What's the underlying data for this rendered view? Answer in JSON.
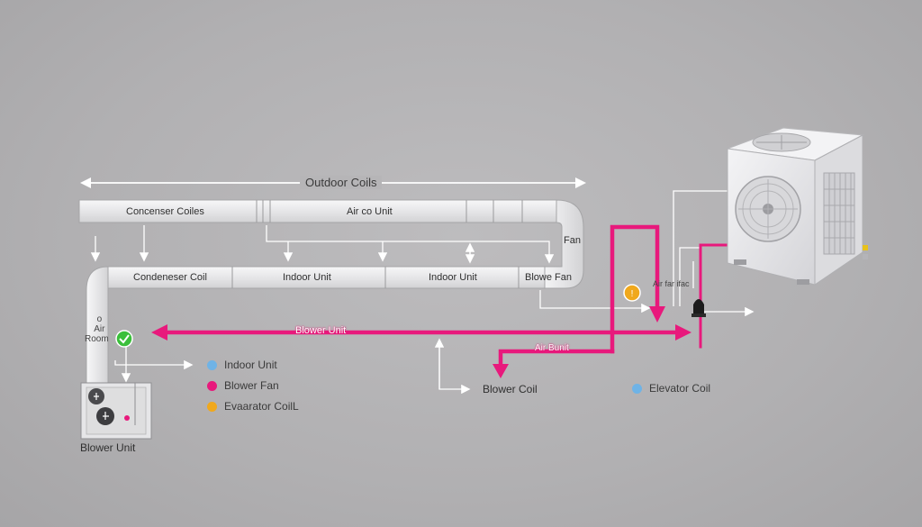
{
  "diagram": {
    "top_span_label": "Outdoor Coils",
    "upper_pipe": {
      "left_label": "Concenser Coiles",
      "right_label": "Air co Unit"
    },
    "lower_pipe": {
      "label_1": "Condeneser Coil",
      "label_2": "Indoor Unit",
      "label_3": "Indoor Unit",
      "label_4": "Blowe Fan"
    },
    "fan_label": "Fan",
    "room_label_line1": "o",
    "room_label_line2": "Air",
    "room_label_line3": "Room",
    "blower_unit_line_label": "Blower Unit",
    "air_unit_label": "Air Bunit",
    "air_far_label": "Air far ifac",
    "blower_coil_label": "Blower Coil",
    "elevator_coil_label": "Elevator Coil",
    "blower_unit_box_label": "Blower Unit",
    "legend": [
      {
        "label": "Indoor Unit",
        "color": "#6fb3e6"
      },
      {
        "label": "Blower Fan",
        "color": "#e8197c"
      },
      {
        "label": "Evaarator CoilL",
        "color": "#f0a81c"
      }
    ],
    "colors": {
      "pipe_fill": "#ebebed",
      "pipe_stroke": "#9a9a9c",
      "flow_line": "#e8197c",
      "thin_line": "#ffffff",
      "check_green": "#3bbf3b",
      "warning_orange": "#f0a81c",
      "elevator_dot": "#6fb3e6"
    }
  }
}
